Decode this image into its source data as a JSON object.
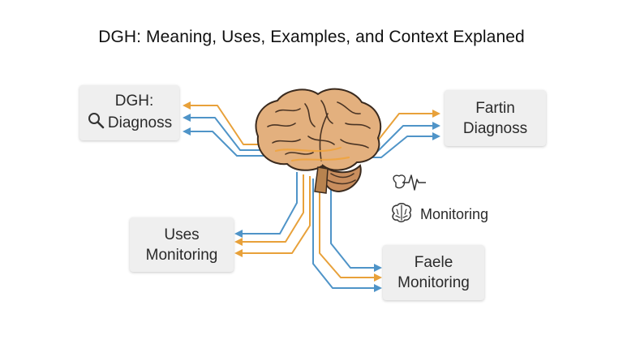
{
  "title": "DGH: Meaning, Uses, Examples, and Context Explaned",
  "colors": {
    "orange_arrow": "#E8A13A",
    "blue_arrow": "#4F94C8",
    "box_fill": "#EFEFEF"
  },
  "nodes": {
    "top_left": {
      "line1": "DGH:",
      "line2": "Diagnoss",
      "icon": "magnifier-icon"
    },
    "top_right": {
      "line1": "Fartin",
      "line2": "Diagnoss"
    },
    "bottom_left": {
      "line1": "Uses",
      "line2": "Monitoring"
    },
    "bottom_right": {
      "line1": "Faele",
      "line2": "Monitoring"
    }
  },
  "center": {
    "icon": "brain-icon"
  },
  "legend": {
    "pulse": {
      "icon": "heartbeat-pulse-icon"
    },
    "monitoring": {
      "icon": "brain-outline-icon",
      "label": "Monitoring"
    }
  }
}
